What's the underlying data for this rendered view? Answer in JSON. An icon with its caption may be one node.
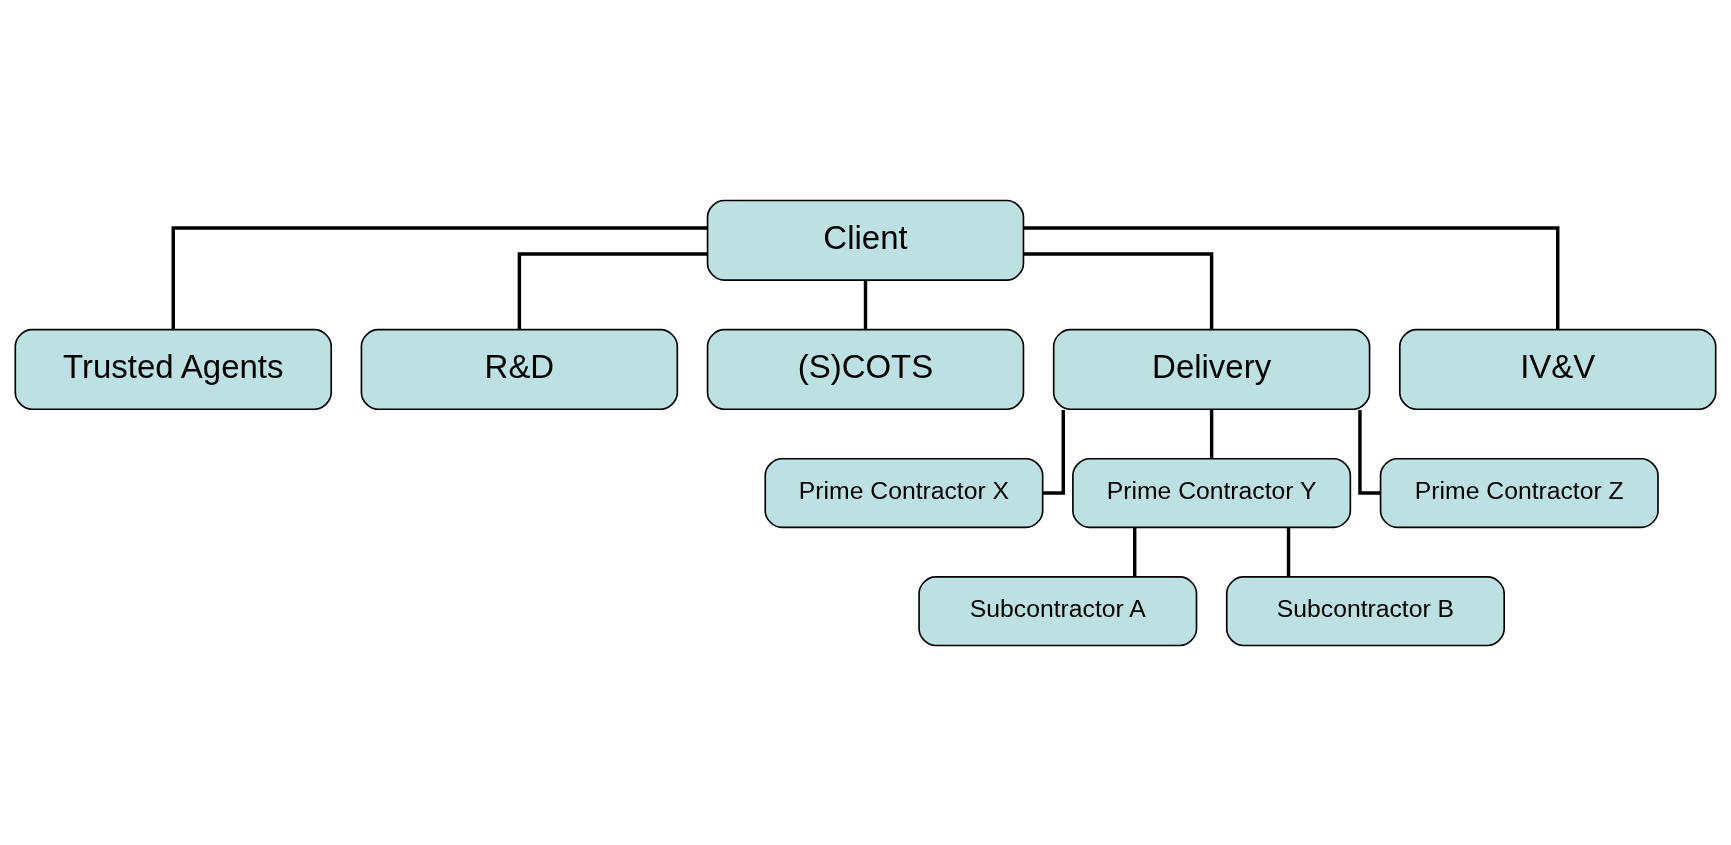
{
  "diagram": {
    "nodes": [
      {
        "text": [
          "Client"
        ]
      },
      {
        "text": [
          "Trusted Agents"
        ]
      },
      {
        "text": [
          "R&D"
        ]
      },
      {
        "text": [
          "(S)COTS"
        ]
      },
      {
        "text": [
          "Delivery"
        ]
      },
      {
        "text": [
          "IV&V"
        ]
      },
      {
        "text": [
          "Prime Contractor X"
        ]
      },
      {
        "text": [
          "Prime Contractor Y"
        ]
      },
      {
        "text": [
          "Prime Contractor Z"
        ]
      },
      {
        "text": [
          "Subcontractor A"
        ]
      },
      {
        "text": [
          "Subcontractor B"
        ]
      }
    ],
    "edges": [
      {
        "from": 0,
        "to": 1,
        "arrow": "none"
      },
      {
        "from": 0,
        "to": 2,
        "arrow": "none"
      },
      {
        "from": 0,
        "to": 3,
        "arrow": "none"
      },
      {
        "from": 0,
        "to": 4,
        "arrow": "none"
      },
      {
        "from": 0,
        "to": 5,
        "arrow": "none"
      },
      {
        "from": 4,
        "to": 6,
        "arrow": "none"
      },
      {
        "from": 4,
        "to": 7,
        "arrow": "none"
      },
      {
        "from": 4,
        "to": 8,
        "arrow": "none"
      },
      {
        "from": 7,
        "to": 9,
        "arrow": "none"
      },
      {
        "from": 7,
        "to": 10,
        "arrow": "none"
      }
    ]
  }
}
